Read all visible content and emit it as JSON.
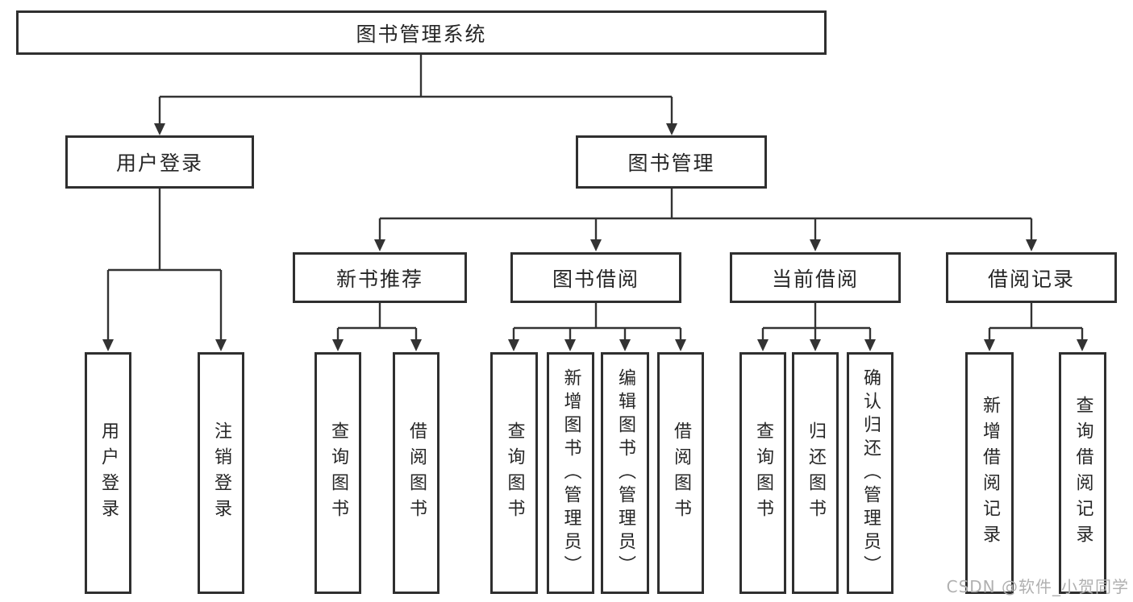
{
  "diagram": {
    "title": "图书管理系统",
    "watermark": "CSDN @软件_小贺同学",
    "branches": [
      {
        "label": "用户登录",
        "children": [
          "用户登录",
          "注销登录"
        ]
      },
      {
        "label": "图书管理",
        "sections": [
          {
            "label": "新书推荐",
            "children": [
              "查询图书",
              "借阅图书"
            ]
          },
          {
            "label": "图书借阅",
            "children": [
              "查询图书",
              "新增图书（管理员）",
              "编辑图书（管理员）",
              "借阅图书"
            ]
          },
          {
            "label": "当前借阅",
            "children": [
              "查询图书",
              "归还图书",
              "确认归还（管理员）"
            ]
          },
          {
            "label": "借阅记录",
            "children": [
              "新增借阅记录",
              "查询借阅记录"
            ]
          }
        ]
      }
    ],
    "colors": {
      "line": "#333333",
      "border": "#2f2f2f",
      "text": "#262626",
      "watermark": "#b0b0b0"
    }
  }
}
